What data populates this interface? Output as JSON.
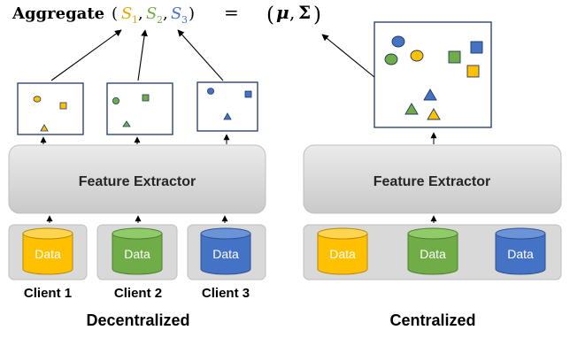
{
  "formula": {
    "aggregate_word": "Aggregate",
    "open_paren": "(",
    "close_paren": ")",
    "comma": ",",
    "s_letter": "S",
    "s1_sub": "1",
    "s2_sub": "2",
    "s3_sub": "3",
    "equals": "=",
    "mu": "μ",
    "sigma": "Σ"
  },
  "feature_extractor_label": "Feature Extractor",
  "data_label": "Data",
  "clients": [
    "Client 1",
    "Client 2",
    "Client 3"
  ],
  "section_labels": {
    "decentralized": "Decentralized",
    "centralized": "Centralized"
  },
  "colors": {
    "client1": "#FFC000",
    "client2": "#70AD47",
    "client3": "#4472C4",
    "s1_text": "#E6A800",
    "s2_text": "#70AD47",
    "s3_text": "#4472C4",
    "panel_border": "#1F3864",
    "extractor_fill": "#D0D0D0"
  }
}
